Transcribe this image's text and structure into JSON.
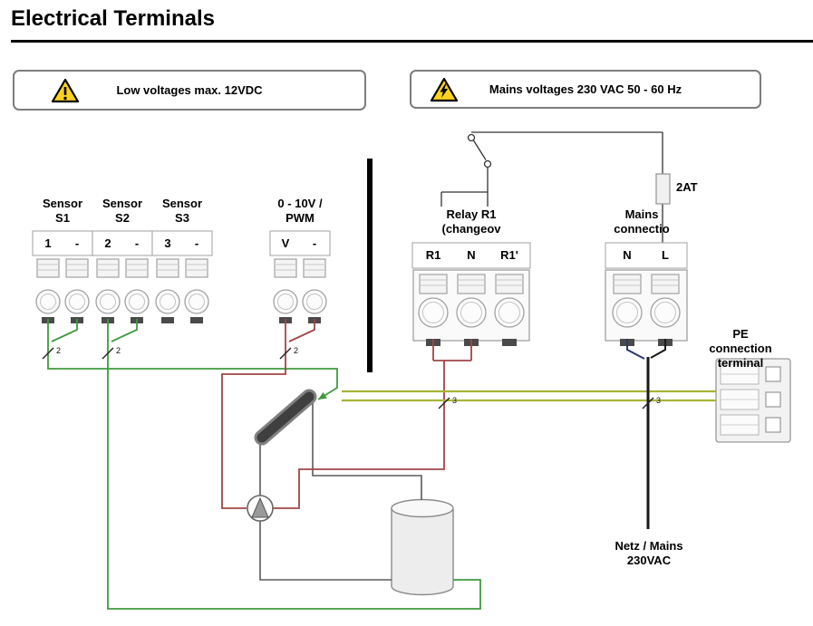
{
  "page": {
    "title": "Electrical Terminals"
  },
  "warnings": {
    "low": "Low voltages max. 12VDC",
    "mains": "Mains voltages 230 VAC 50 - 60 Hz"
  },
  "groups": {
    "sensor1": {
      "label": "Sensor\nS1",
      "pins": [
        "1",
        "-"
      ]
    },
    "sensor2": {
      "label": "Sensor\nS2",
      "pins": [
        "2",
        "-"
      ]
    },
    "sensor3": {
      "label": "Sensor\nS3",
      "pins": [
        "3",
        "-"
      ]
    },
    "pwm": {
      "label": "0 - 10V /\nPWM",
      "pins": [
        "V",
        "-"
      ]
    },
    "relay": {
      "label": "Relay R1\n(changeov",
      "pins": [
        "R1",
        "N",
        "R1'"
      ]
    },
    "mains": {
      "label": "Mains\nconnectio",
      "pins": [
        "N",
        "L"
      ]
    },
    "pe": {
      "label": "PE connection\nterminal"
    }
  },
  "fuse": {
    "label": "2AT"
  },
  "mains_feed": {
    "label": "Netz / Mains\n230VAC"
  },
  "wire_marks": {
    "s1": "2",
    "s2": "2",
    "pwm": "2",
    "relay": "3",
    "mains": "3"
  },
  "colors": {
    "sensor_wire_green": "#3f9b3f",
    "power_wire_red": "#a04545",
    "pe_wire_olive": "#a8b437",
    "mains_wire_black": "#1a1a1a",
    "neutral_wire_blue": "#2a3a6b",
    "warning_yellow": "#ffd21e"
  }
}
